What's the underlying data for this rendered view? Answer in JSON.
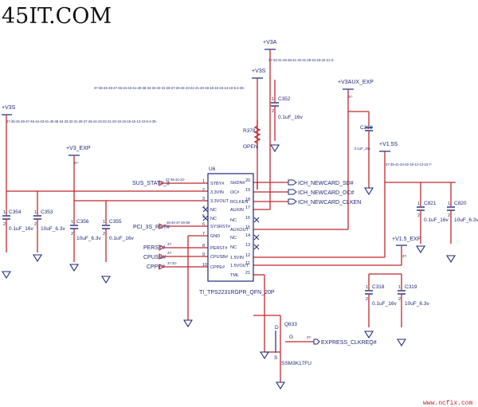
{
  "watermark": {
    "site": "45IT.COM",
    "footer": "www.ncfix.com"
  },
  "ic": {
    "ref": "U6",
    "part": "TI_TPS2231RGPR_QFN_20P",
    "left_pins": [
      {
        "name": "STBY#",
        "num": "1"
      },
      {
        "name": "3.3VIN",
        "num": "2"
      },
      {
        "name": "3.3VOUT",
        "num": "3"
      },
      {
        "name": "NC",
        "num": "4"
      },
      {
        "name": "NC",
        "num": "5"
      },
      {
        "name": "SYSRST#",
        "num": "6"
      },
      {
        "name": "GND",
        "num": "7"
      },
      {
        "name": "PERST#",
        "num": "8"
      },
      {
        "name": "CPUSB#",
        "num": "9"
      },
      {
        "name": "CPPE#",
        "num": "10"
      }
    ],
    "right_pins": [
      {
        "name": "SHDN#",
        "num": "20"
      },
      {
        "name": "OC#",
        "num": "19"
      },
      {
        "name": "RCLKEN",
        "num": "18"
      },
      {
        "name": "AUXIN",
        "num": "17"
      },
      {
        "name": "NC",
        "num": "16"
      },
      {
        "name": "AUXOUT",
        "num": "15"
      },
      {
        "name": "NC",
        "num": "14"
      },
      {
        "name": "NC",
        "num": "13"
      },
      {
        "name": "1.5VIN",
        "num": "12"
      },
      {
        "name": "1.5VOUT",
        "num": "11"
      },
      {
        "name": "TML",
        "num": "21"
      }
    ]
  },
  "power": {
    "v3a": "+V3A",
    "v3s_top": "+V3S",
    "v3s_left": "+V3S",
    "v3_exp": "+V3_EXP",
    "v3aux_exp": "+V3AUX_EXP",
    "v1_5s": "+V1.5S",
    "v1_5_exp": "+V1.5_EXP"
  },
  "page_refs": {
    "v3a": "37-33-31-49-48-41-32-31-29-24-23-22-21-3-",
    "v3s_top": "37-36-34-49-47-45-44-43-41-40-36-34-33-32-31-28-27-26-24-23-22-21-20-19-18-16-15-13-10-5-4-35-",
    "v3s_left": "37-36-34-49-47-45-44-43-41-40-36-34-33-32-31-28-27-26-24-23-22-21-20-19-18-16-15-13-10-5-4-35-",
    "v3_exp": "37-",
    "v3aux_exp": "37-",
    "v1_5s": "37-35-41-24-22-18-14-13-10-7-",
    "v1_5_exp": "37-",
    "sus_stat": "47-46-32-22-",
    "pci_rst": "46-34-37-29-35-",
    "perst": "37-",
    "cpusb": "37-",
    "cppe": "37-32-",
    "clkreq": "37-"
  },
  "nets": {
    "sus_stat": "SUS_STAT#_3",
    "pci_rst": "PCI_3S_RST#",
    "perst": "PERST#",
    "cpusb": "CPUSB#",
    "cppe": "CPPE#",
    "newcard_sd": "ICH_NEWCARD_SD#",
    "newcard_oc": "ICH_NEWCARD_OC#",
    "newcard_clken": "ICH_NEWCARD_CLKEN",
    "clkreq": "EXPRESS_CLKREQ#"
  },
  "components": {
    "r378": {
      "ref": "R378",
      "value": "OPEN"
    },
    "c352": {
      "ref": "C352",
      "value": "0.1uF_16v",
      "pin1": "1",
      "pin2": "2"
    },
    "c316": {
      "ref": "C316",
      "value": "0.1uF_16v"
    },
    "c354": {
      "ref": "C354",
      "value": "0.1uF_16v",
      "pin1": "1",
      "pin2": "2"
    },
    "c353": {
      "ref": "C353",
      "value": "10uF_6.3v",
      "pin1": "1",
      "pin2": "2"
    },
    "c356": {
      "ref": "C356",
      "value": "10uF_6.3v",
      "pin1": "1",
      "pin2": "2"
    },
    "c355": {
      "ref": "C355",
      "value": "0.1uF_16v",
      "pin1": "1",
      "pin2": "2"
    },
    "c821": {
      "ref": "C821",
      "value": "0.1uF_16v",
      "pin1": "1",
      "pin2": "2"
    },
    "c820": {
      "ref": "C820",
      "value": "10uF_6.3v",
      "pin1": "1",
      "pin2": "2"
    },
    "c318": {
      "ref": "C318",
      "value": "0.1uF_16v",
      "pin1": "1",
      "pin2": "2"
    },
    "c319": {
      "ref": "C319",
      "value": "10uF_6.3v",
      "pin1": "1",
      "pin2": "2"
    },
    "q633": {
      "ref": "Q633",
      "part": "SSM3K17FU",
      "d": "D",
      "g": "G",
      "s": "S"
    }
  }
}
